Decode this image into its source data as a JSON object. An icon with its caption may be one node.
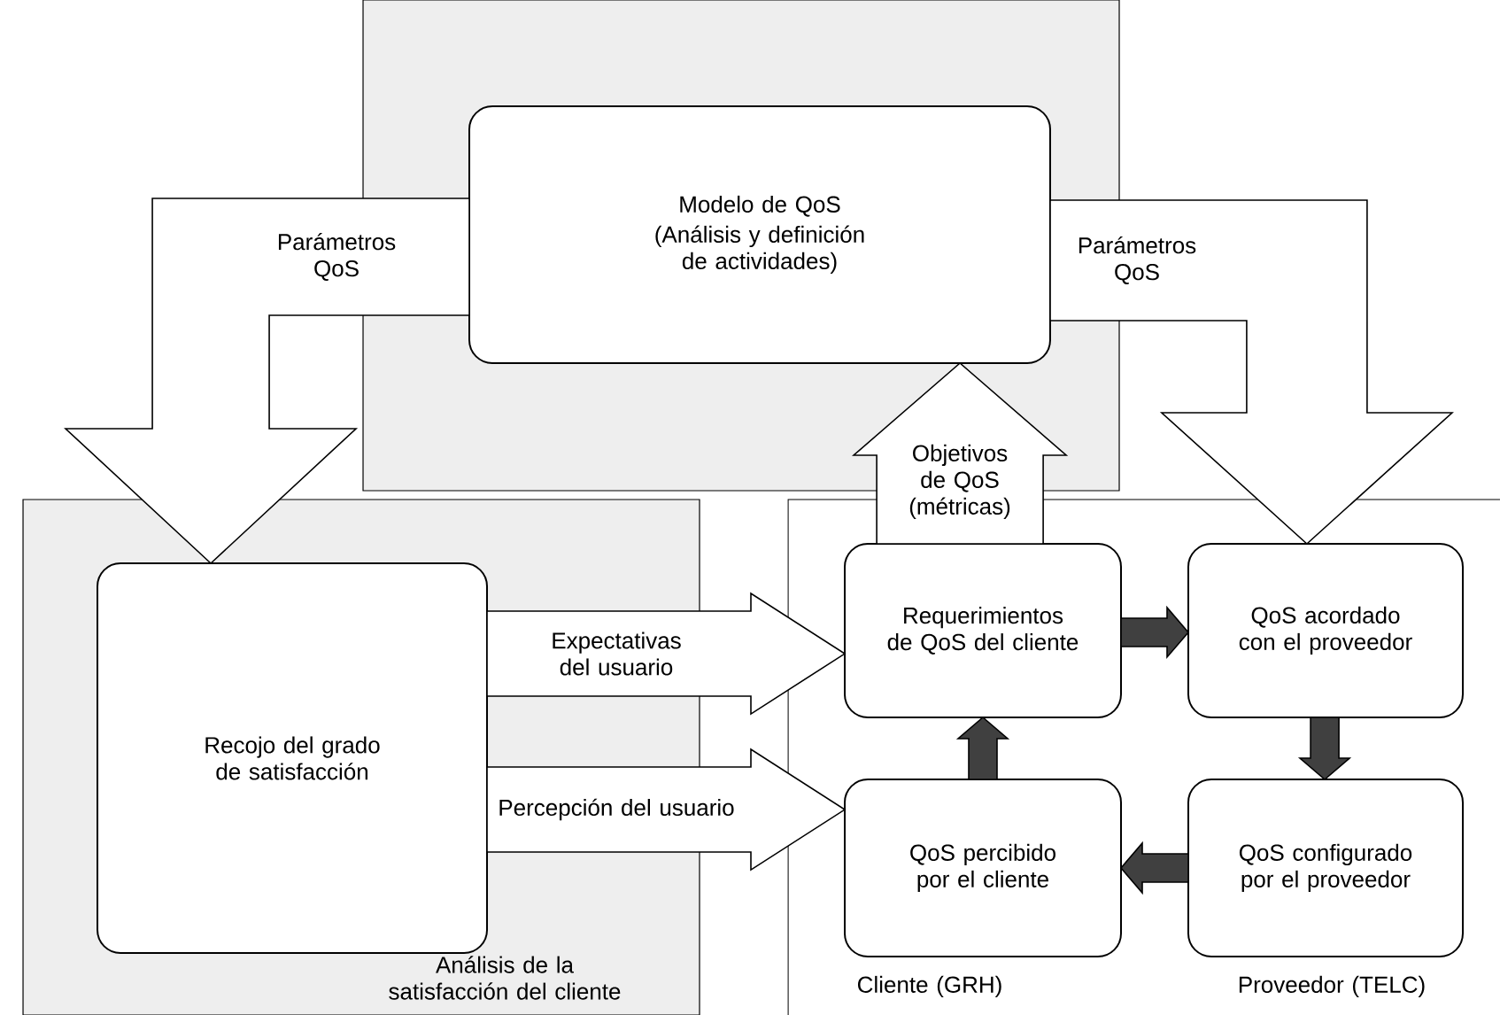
{
  "diagram": {
    "nodes": [
      {
        "text": [],
        "shape": "box"
      },
      {
        "text": [
          "Modelo de QoS",
          "(Análisis y definición de actividades)"
        ],
        "in": 0
      },
      {
        "text": [
          "Análisis de la satisfacción del cliente"
        ]
      },
      {
        "text": [
          "Recojo del grado de satisfacción"
        ],
        "in": 2
      },
      {
        "text": [
          "Cliente (GRH)",
          "Proveedor (TELC)"
        ]
      },
      {
        "text": [
          "Requerimientos de QoS del cliente"
        ],
        "in": 4
      },
      {
        "text": [
          "QoS acordado con el proveedor"
        ],
        "in": 4
      },
      {
        "text": [
          "QoS percibido por el cliente"
        ],
        "in": 4
      },
      {
        "text": [
          "QoS configurado por el proveedor"
        ],
        "in": 4
      }
    ],
    "edges": [
      {
        "from": 1,
        "to": 3,
        "arrow": "to",
        "label": "Parámetros QoS"
      },
      {
        "from": 1,
        "to": 6,
        "arrow": "to",
        "label": "Parámetros QoS"
      },
      {
        "from": 5,
        "to": 1,
        "arrow": "to",
        "label": "Objetivos de QoS (métricas)"
      },
      {
        "from": 3,
        "to": 5,
        "arrow": "to",
        "label": "Expectativas del usuario"
      },
      {
        "from": 3,
        "to": 7,
        "arrow": "to",
        "label": "Percepción del usuario"
      },
      {
        "from": 5,
        "to": 6,
        "arrow": "to",
        "color": "#404040"
      },
      {
        "from": 6,
        "to": 8,
        "arrow": "to",
        "color": "#404040"
      },
      {
        "from": 8,
        "to": 7,
        "arrow": "to",
        "color": "#404040"
      },
      {
        "from": 7,
        "to": 5,
        "arrow": "to",
        "color": "#404040"
      }
    ]
  }
}
